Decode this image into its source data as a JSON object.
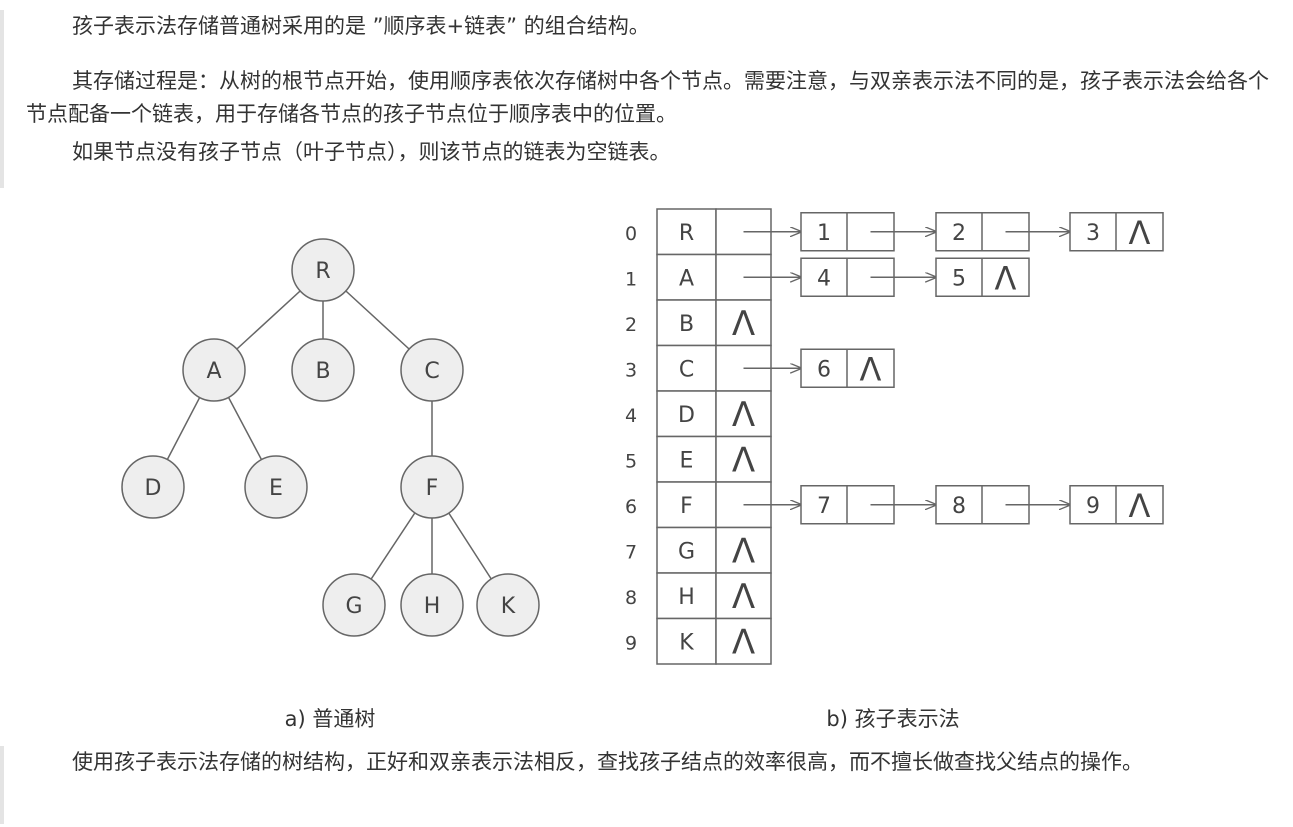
{
  "paragraphs": {
    "intro": "孩子表示法存储普通树采用的是 ”顺序表+链表” 的组合结构。",
    "process": "其存储过程是：从树的根节点开始，使用顺序表依次存储树中各个节点。需要注意，与双亲表示法不同的是，孩子表示法会给各个节点配备一个链表，用于存储各节点的孩子节点位于顺序表中的位置。",
    "leaf": "如果节点没有孩子节点（叶子节点），则该节点的链表为空链表。",
    "conclusion": "使用孩子表示法存储的树结构，正好和双亲表示法相反，查找孩子结点的效率很高，而不擅长做查找父结点的操作。"
  },
  "tree": {
    "caption": "a) 普通树",
    "nodes": [
      "R",
      "A",
      "B",
      "C",
      "D",
      "E",
      "F",
      "G",
      "H",
      "K"
    ],
    "edges": [
      [
        "R",
        "A"
      ],
      [
        "R",
        "B"
      ],
      [
        "R",
        "C"
      ],
      [
        "A",
        "D"
      ],
      [
        "A",
        "E"
      ],
      [
        "C",
        "F"
      ],
      [
        "F",
        "G"
      ],
      [
        "F",
        "H"
      ],
      [
        "F",
        "K"
      ]
    ]
  },
  "child_representation": {
    "caption": "b) 孩子表示法",
    "null_symbol": "Λ",
    "rows": [
      {
        "index": "0",
        "data": "R",
        "children": [
          "1",
          "2",
          "3"
        ]
      },
      {
        "index": "1",
        "data": "A",
        "children": [
          "4",
          "5"
        ]
      },
      {
        "index": "2",
        "data": "B",
        "children": []
      },
      {
        "index": "3",
        "data": "C",
        "children": [
          "6"
        ]
      },
      {
        "index": "4",
        "data": "D",
        "children": []
      },
      {
        "index": "5",
        "data": "E",
        "children": []
      },
      {
        "index": "6",
        "data": "F",
        "children": [
          "7",
          "8",
          "9"
        ]
      },
      {
        "index": "7",
        "data": "G",
        "children": []
      },
      {
        "index": "8",
        "data": "H",
        "children": []
      },
      {
        "index": "9",
        "data": "K",
        "children": []
      }
    ]
  }
}
